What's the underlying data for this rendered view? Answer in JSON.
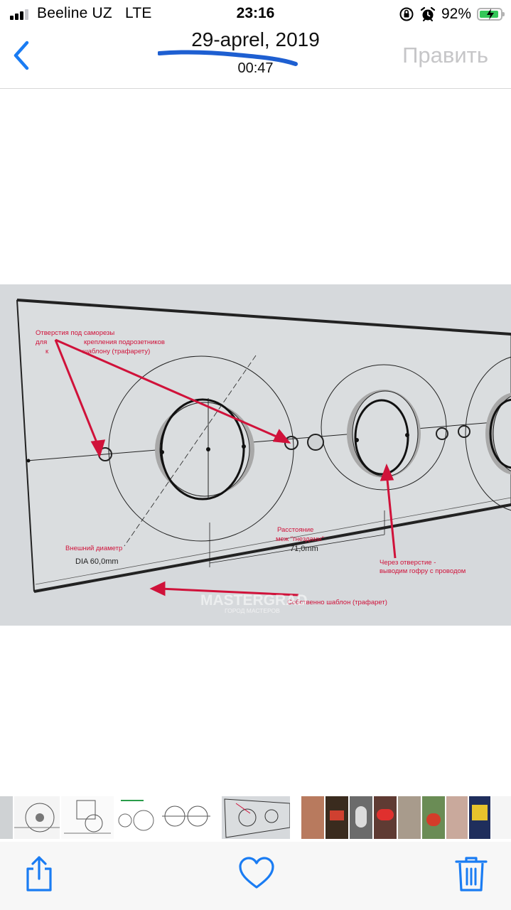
{
  "status_bar": {
    "carrier": "Beeline UZ",
    "network": "LTE",
    "time": "23:16",
    "battery_percent": "92%",
    "battery_level": 0.92,
    "signal_bars": 3,
    "signal_bars_total": 4
  },
  "nav": {
    "title": "29-aprel, 2019",
    "subtitle": "00:47",
    "edit_label": "Править",
    "back_icon": "chevron-left-icon"
  },
  "photo": {
    "labels": {
      "screw_holes_1": "Отверстия под саморезы",
      "screw_holes_2a": "для",
      "screw_holes_2b": "крепления подрозетников",
      "screw_holes_3a": "к",
      "screw_holes_3b": "шаблону (трафарету)",
      "outer_diameter": "Внешний диаметр",
      "dia_value": "DIA 60,0mm",
      "distance_1": "Расстояние",
      "distance_2": "меж \"гнездами\"",
      "distance_value": "71,0mm",
      "through_hole_1": "Через отверстие -",
      "through_hole_2": "выводим гофру с проводом",
      "template_label": "Собственно шаблон (трафарет)",
      "watermark": "MASTERGRAD",
      "watermark_sub": "ГОРОД МАСТЕРОВ"
    }
  },
  "toolbar": {
    "share_icon": "share-icon",
    "like_icon": "heart-icon",
    "delete_icon": "trash-icon",
    "accent": "#1a7cf3"
  },
  "colors": {
    "accent": "#1a7cf3",
    "annotation_red": "#d0123a",
    "ink_blue": "#1e5fd1"
  }
}
